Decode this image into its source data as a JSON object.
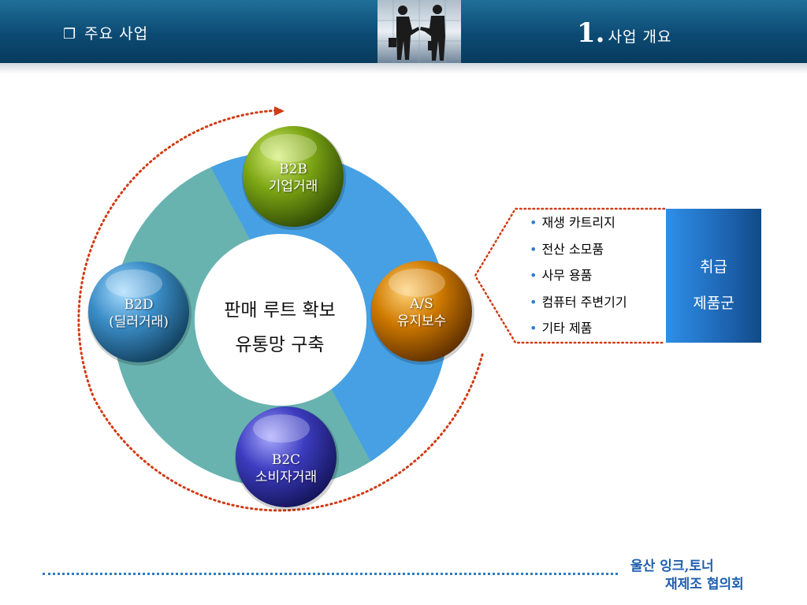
{
  "header": {
    "section_title": "주요 사업",
    "page_number": "1.",
    "page_title": "사업 개요"
  },
  "diagram": {
    "center_line1": "판매 루트 확보",
    "center_line2": "유통망 구축",
    "spheres": [
      {
        "line1": "B2B",
        "line2": "기업거래",
        "color": "#6e9a12"
      },
      {
        "line1": "A/S",
        "line2": "유지보수",
        "color": "#c46e00"
      },
      {
        "line1": "B2C",
        "line2": "소비자거래",
        "color": "#3737b0"
      },
      {
        "line1": "B2D",
        "line2": "(딜러거래)",
        "color": "#3a8cc6"
      }
    ],
    "ring_colors": {
      "teal": "#68b3b0",
      "blue": "#46a0e3"
    }
  },
  "products": {
    "items": [
      "재생 카트리지",
      "전산 소모품",
      "사무 용품",
      "컴퓨터 주변기기",
      "기타 제품"
    ],
    "box_line1": "취급",
    "box_line2": "제품군"
  },
  "footer": {
    "org_line1": "울산 잉크,토너",
    "org_line2": "재제조 협의회"
  }
}
